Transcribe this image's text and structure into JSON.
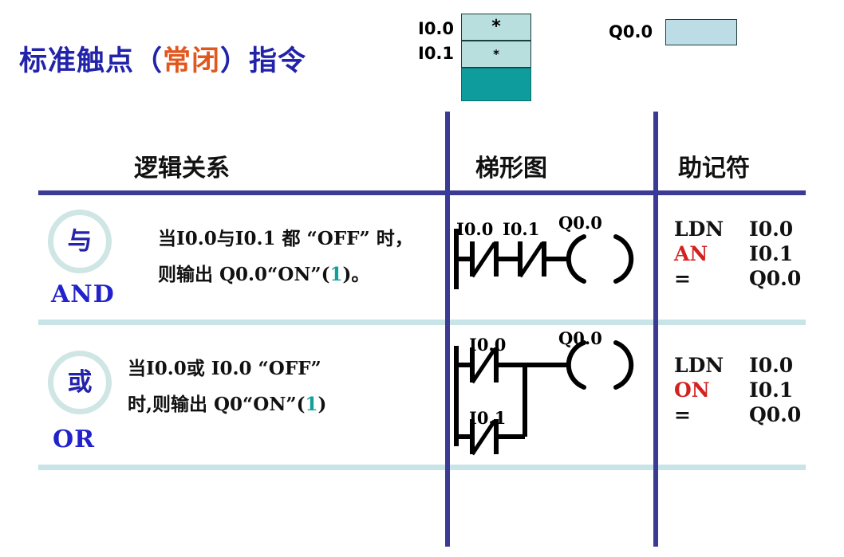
{
  "title": {
    "prefix": "标准触点（",
    "accent": "常闭",
    "suffix": "）指令",
    "accent_color": "#e2571e",
    "color": "#2222aa"
  },
  "status_panel": {
    "input_labels": [
      "I0.0",
      "I0.1"
    ],
    "input_marks": [
      "*",
      "*"
    ],
    "output_label": "Q0.0",
    "box_fill": "#b9dede",
    "energized_fill": "#0f9c9c",
    "output_fill": "#bcdde6"
  },
  "table": {
    "headers": {
      "logic": "逻辑关系",
      "ladder": "梯形图",
      "mnemonic": "助记符"
    },
    "rule_color": "#3b3b96",
    "light_rule_color": "#c8e4e8",
    "rows": [
      {
        "op_cn": "与",
        "op_en": "AND",
        "desc_line1": "当I0.0与I0.1 都 “OFF” 时，",
        "desc_line2_a": "则输出 Q0.0“ON”(",
        "desc_line2_one": "1",
        "desc_line2_b": ")。",
        "ladder": {
          "type": "series",
          "contacts": [
            "I0.0",
            "I0.1"
          ],
          "coil": "Q0.0",
          "contact_type": "normally-closed"
        },
        "mnemonic": [
          {
            "op": "LDN",
            "arg": "I0.0",
            "highlight": false
          },
          {
            "op": "AN",
            "arg": "I0.1",
            "highlight": true
          },
          {
            "op": "=",
            "arg": "Q0.0",
            "highlight": false
          }
        ]
      },
      {
        "op_cn": "或",
        "op_en": "OR",
        "desc_line1": "当I0.0或 I0.0  “OFF”",
        "desc_line2_a": "时,则输出 Q0“ON”(",
        "desc_line2_one": "1",
        "desc_line2_b": ")",
        "ladder": {
          "type": "parallel",
          "contacts": [
            "I0.0",
            "I0.1"
          ],
          "coil": "Q0.0",
          "contact_type": "normally-closed"
        },
        "mnemonic": [
          {
            "op": "LDN",
            "arg": "I0.0",
            "highlight": false
          },
          {
            "op": "ON",
            "arg": "I0.1",
            "highlight": true
          },
          {
            "op": "=",
            "arg": "Q0.0",
            "highlight": false
          }
        ]
      }
    ]
  },
  "colors": {
    "navy": "#2222aa",
    "rule_navy": "#3b3b96",
    "teal": "#14a09a",
    "red": "#d42020"
  }
}
